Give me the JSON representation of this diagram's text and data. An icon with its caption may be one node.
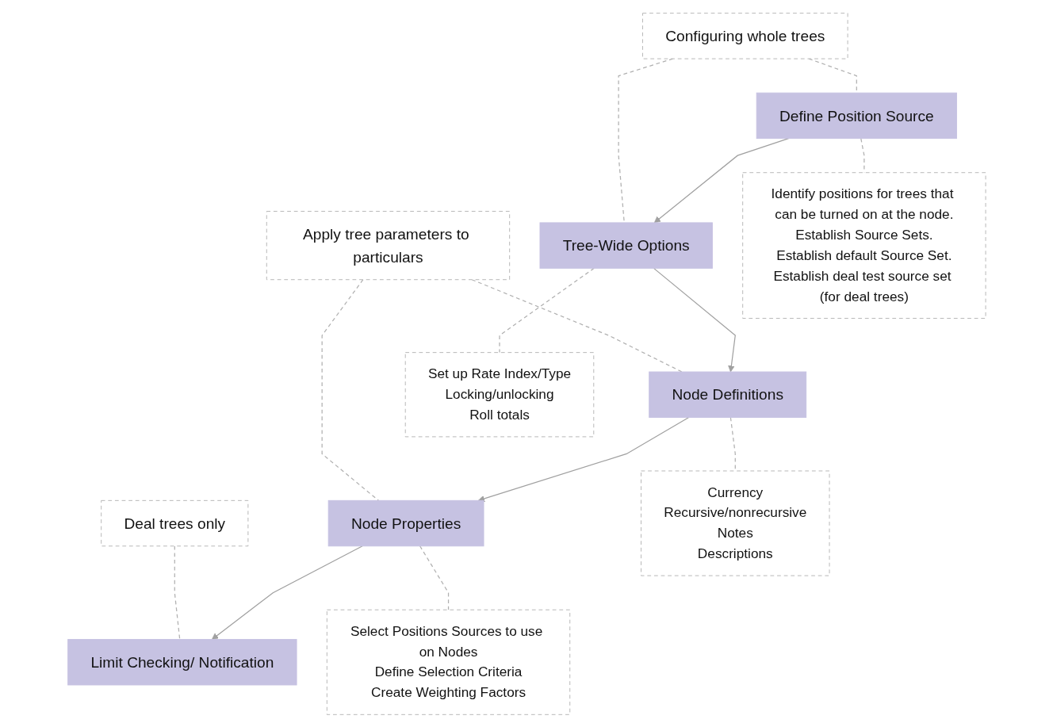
{
  "diagram": {
    "nodes": [
      {
        "text": [
          "Define Position Source"
        ]
      },
      {
        "text": [
          "Tree-Wide Options"
        ]
      },
      {
        "text": [
          "Node Definitions"
        ]
      },
      {
        "text": [
          "Node Properties"
        ]
      },
      {
        "text": [
          "Limit Checking/ Notification"
        ]
      },
      {
        "text": [
          "Configuring whole trees"
        ]
      },
      {
        "text": [
          "Apply tree parameters to particulars"
        ]
      },
      {
        "text": [
          "Deal trees only"
        ]
      },
      {
        "text": [
          "Identify positions for trees that can be turned on at the node.",
          "Establish Source Sets.",
          "Establish default Source Set.",
          "Establish deal test source set (for deal trees)"
        ]
      },
      {
        "text": [
          "Set up Rate Index/Type",
          "Locking/unlocking",
          "Roll totals"
        ]
      },
      {
        "text": [
          "Currency",
          "Recursive/nonrecursive",
          "Notes",
          "Descriptions"
        ]
      },
      {
        "text": [
          "Select Positions Sources to use on Nodes",
          "Define Selection Criteria",
          "Create Weighting Factors"
        ]
      }
    ],
    "edges": [
      {
        "from": 0,
        "to": 1,
        "arrow": "to"
      },
      {
        "from": 1,
        "to": 2,
        "arrow": "to"
      },
      {
        "from": 2,
        "to": 3,
        "arrow": "to"
      },
      {
        "from": 3,
        "to": 4,
        "arrow": "to"
      },
      {
        "from": 5,
        "to": 0,
        "arrow": "none",
        "style": "dashed"
      },
      {
        "from": 5,
        "to": 1,
        "arrow": "none",
        "style": "dashed"
      },
      {
        "from": 0,
        "to": 8,
        "arrow": "none",
        "style": "dashed"
      },
      {
        "from": 1,
        "to": 9,
        "arrow": "none",
        "style": "dashed"
      },
      {
        "from": 2,
        "to": 10,
        "arrow": "none",
        "style": "dashed"
      },
      {
        "from": 6,
        "to": 2,
        "arrow": "none",
        "style": "dashed"
      },
      {
        "from": 6,
        "to": 3,
        "arrow": "none",
        "style": "dashed"
      },
      {
        "from": 3,
        "to": 11,
        "arrow": "none",
        "style": "dashed"
      },
      {
        "from": 7,
        "to": 4,
        "arrow": "none",
        "style": "dashed"
      }
    ]
  }
}
